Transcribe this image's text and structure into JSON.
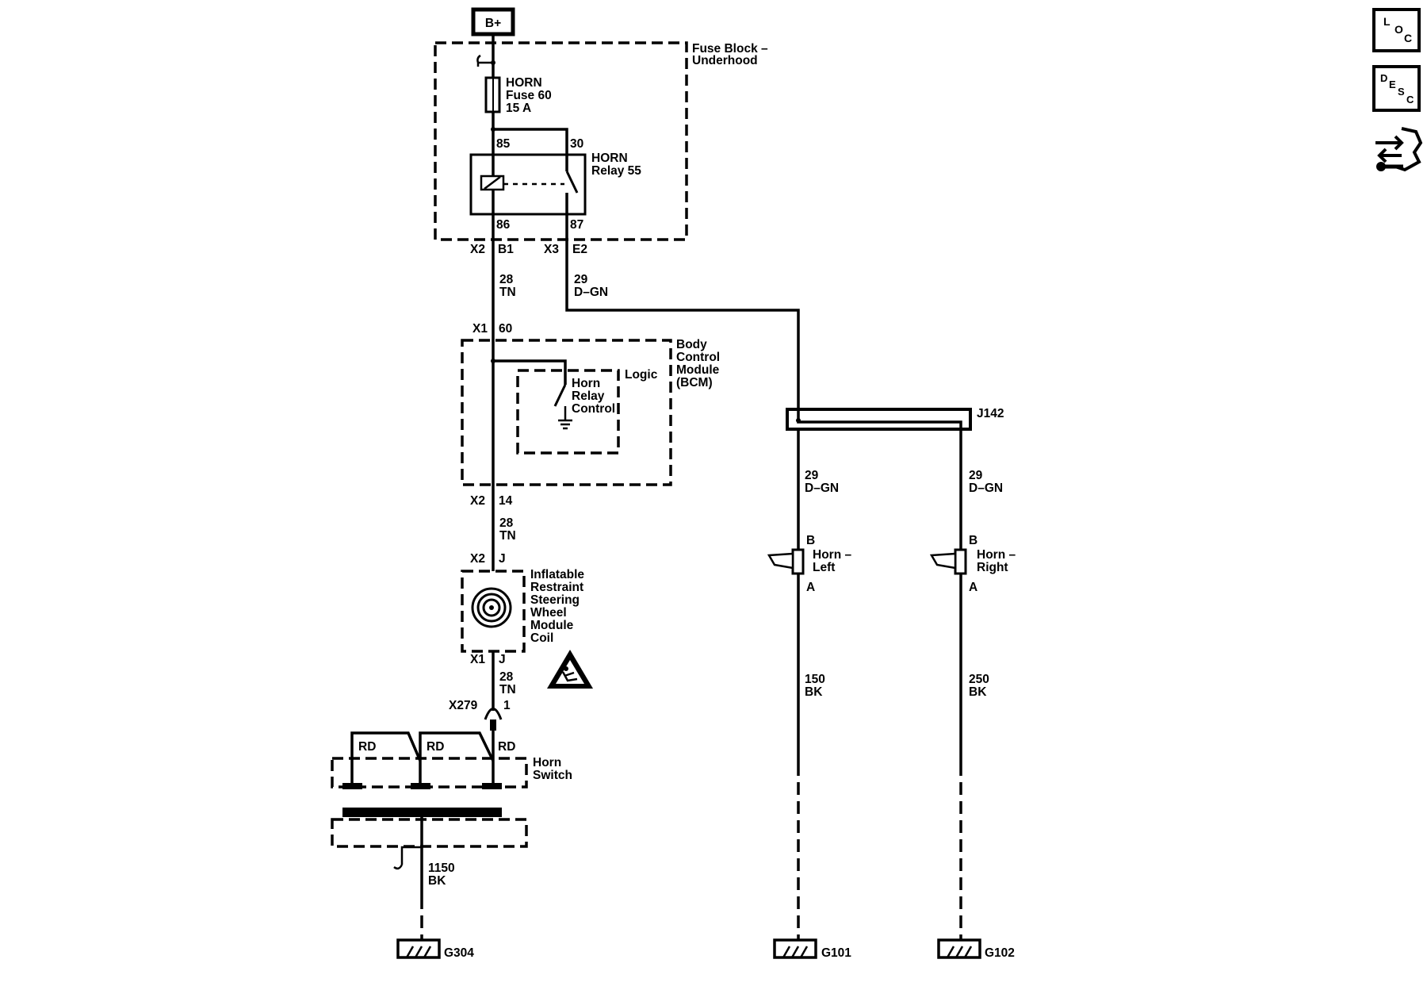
{
  "battery": {
    "label": "B+"
  },
  "fuse_block": {
    "line1": "Fuse Block –",
    "line2": "Underhood"
  },
  "fuse": {
    "line1": "HORN",
    "line2": "Fuse 60",
    "line3": "15 A"
  },
  "relay": {
    "line1": "HORN",
    "line2": "Relay 55",
    "pin85": "85",
    "pin30": "30",
    "pin86": "86",
    "pin87": "87"
  },
  "connectors": {
    "x2": "X2",
    "b1": "B1",
    "x3": "X3",
    "e2": "E2",
    "x1_bcm": "X1",
    "pin60": "60",
    "x2_bcm": "X2",
    "pin14": "14",
    "x2_coil": "X2",
    "j_top": "J",
    "x1_coil": "X1",
    "j_bot": "J",
    "x279": "X279",
    "pin1": "1"
  },
  "wires": {
    "w28_a_num": "28",
    "w28_a_col": "TN",
    "w29_a_num": "29",
    "w29_a_col": "D–GN",
    "w28_b_num": "28",
    "w28_b_col": "TN",
    "w28_c_num": "28",
    "w28_c_col": "TN",
    "w29_l_num": "29",
    "w29_l_col": "D–GN",
    "w29_r_num": "29",
    "w29_r_col": "D–GN",
    "w150_num": "150",
    "w150_col": "BK",
    "w250_num": "250",
    "w250_col": "BK",
    "w1150_num": "1150",
    "w1150_col": "BK"
  },
  "bcm": {
    "line1": "Body",
    "line2": "Control",
    "line3": "Module",
    "line4": "(BCM)",
    "logic": "Logic",
    "ctrl1": "Horn",
    "ctrl2": "Relay",
    "ctrl3": "Control"
  },
  "splice": {
    "label": "J142"
  },
  "coil": {
    "line1": "Inflatable",
    "line2": "Restraint",
    "line3": "Steering",
    "line4": "Wheel",
    "line5": "Module",
    "line6": "Coil"
  },
  "horn_switch": {
    "line1": "Horn",
    "line2": "Switch",
    "rd1": "RD",
    "rd2": "RD",
    "rd3": "RD"
  },
  "horn_left": {
    "line1": "Horn –",
    "line2": "Left",
    "pin_b": "B",
    "pin_a": "A"
  },
  "horn_right": {
    "line1": "Horn –",
    "line2": "Right",
    "pin_b": "B",
    "pin_a": "A"
  },
  "grounds": {
    "g304": "G304",
    "g101": "G101",
    "g102": "G102"
  },
  "side_buttons": {
    "loc": {
      "l1": "L",
      "l2": "O",
      "l3": "C"
    },
    "desc": {
      "l1": "D",
      "l2": "E",
      "l3": "S",
      "l4": "C"
    }
  }
}
